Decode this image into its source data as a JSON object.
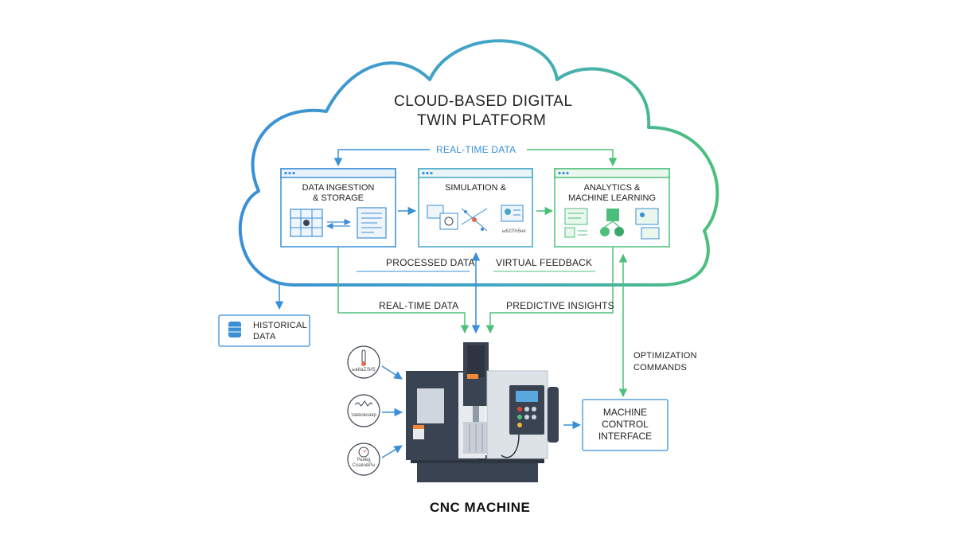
{
  "cloud": {
    "title_line1": "CLOUD-BASED DIGITAL",
    "title_line2": "TWIN PLATFORM",
    "realtime_top_label": "REAL-TIME DATA"
  },
  "panels": [
    {
      "title_line1": "DATA INGESTION",
      "title_line2": "& STORAGE",
      "icon": "data-ingestion-icons"
    },
    {
      "title_line1": "SIMULATION &",
      "title_line2": "",
      "icon": "simulation-icons",
      "micro_text": "ы622%5ня"
    },
    {
      "title_line1": "ANALYTICS &",
      "title_line2": "MACHINE LEARNING",
      "icon": "analytics-icons"
    }
  ],
  "flows": {
    "processed_data": "PROCESSED DATA",
    "virtual_feedback": "VIRTUAL FEEDBACK",
    "realtime_data": "REAL-TIME DATA",
    "predictive_insights": "PREDICTIVE INSIGHTS",
    "optimization_line1": "OPTIMIZATION",
    "optimization_line2": "COMMANDS"
  },
  "historical": {
    "line1": "HISTORICAL",
    "line2": "DATA",
    "icon": "database-icon"
  },
  "control_interface": {
    "line1": "MACHINE",
    "line2": "CONTROL",
    "line3": "INTERFACE"
  },
  "sensors": [
    {
      "label": "ыв8аZЛИ5",
      "icon": "thermometer-icon"
    },
    {
      "label": "таввовоавр",
      "icon": "vibration-icon"
    },
    {
      "label_line1": "Ранвд",
      "label_line2": "СоавовРы",
      "icon": "pressure-gauge-icon"
    }
  ],
  "machine": {
    "label": "CNC MACHINE"
  },
  "colors": {
    "blue": "#3a8fd6",
    "green": "#4cc07a",
    "dark": "#3a4352"
  }
}
